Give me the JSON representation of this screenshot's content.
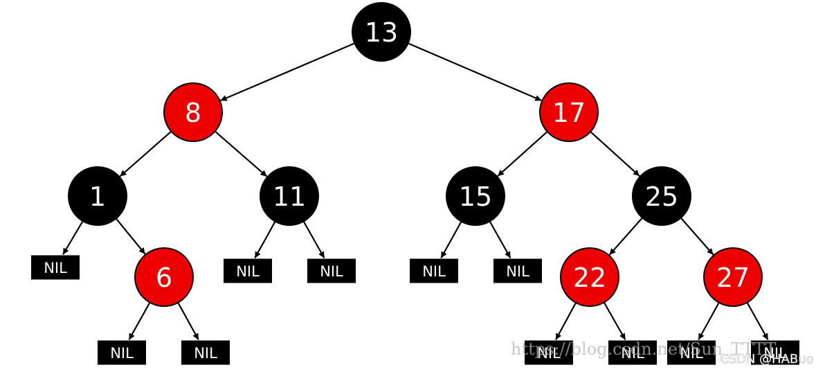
{
  "colors": {
    "red": "#ee0000",
    "black": "#000000",
    "text": "#ffffff"
  },
  "nil_label": "NIL",
  "nodes": [
    {
      "id": "13",
      "label": "13",
      "color": "black"
    },
    {
      "id": "8",
      "label": "8",
      "color": "red"
    },
    {
      "id": "17",
      "label": "17",
      "color": "red"
    },
    {
      "id": "1",
      "label": "1",
      "color": "black"
    },
    {
      "id": "11",
      "label": "11",
      "color": "black"
    },
    {
      "id": "15",
      "label": "15",
      "color": "black"
    },
    {
      "id": "25",
      "label": "25",
      "color": "black"
    },
    {
      "id": "6",
      "label": "6",
      "color": "red"
    },
    {
      "id": "22",
      "label": "22",
      "color": "red"
    },
    {
      "id": "27",
      "label": "27",
      "color": "red"
    },
    {
      "id": "nil-1a",
      "nil": true
    },
    {
      "id": "nil-6a",
      "nil": true
    },
    {
      "id": "nil-6b",
      "nil": true
    },
    {
      "id": "nil-11a",
      "nil": true
    },
    {
      "id": "nil-11b",
      "nil": true
    },
    {
      "id": "nil-15a",
      "nil": true
    },
    {
      "id": "nil-15b",
      "nil": true
    },
    {
      "id": "nil-22a",
      "nil": true
    },
    {
      "id": "nil-22b",
      "nil": true
    },
    {
      "id": "nil-27a",
      "nil": true
    },
    {
      "id": "nil-27b",
      "nil": true
    }
  ],
  "edges": [
    [
      "13",
      "8"
    ],
    [
      "13",
      "17"
    ],
    [
      "8",
      "1"
    ],
    [
      "8",
      "11"
    ],
    [
      "17",
      "15"
    ],
    [
      "17",
      "25"
    ],
    [
      "1",
      "nil-1a"
    ],
    [
      "1",
      "6"
    ],
    [
      "11",
      "nil-11a"
    ],
    [
      "11",
      "nil-11b"
    ],
    [
      "15",
      "nil-15a"
    ],
    [
      "15",
      "nil-15b"
    ],
    [
      "25",
      "22"
    ],
    [
      "25",
      "27"
    ],
    [
      "6",
      "nil-6a"
    ],
    [
      "6",
      "nil-6b"
    ],
    [
      "22",
      "nil-22a"
    ],
    [
      "22",
      "nil-22b"
    ],
    [
      "27",
      "nil-27a"
    ],
    [
      "27",
      "nil-27b"
    ]
  ],
  "watermark": {
    "url": "https://blog.csdn.net/Sun_TTTT",
    "credit": "CSDN @HABuo"
  }
}
